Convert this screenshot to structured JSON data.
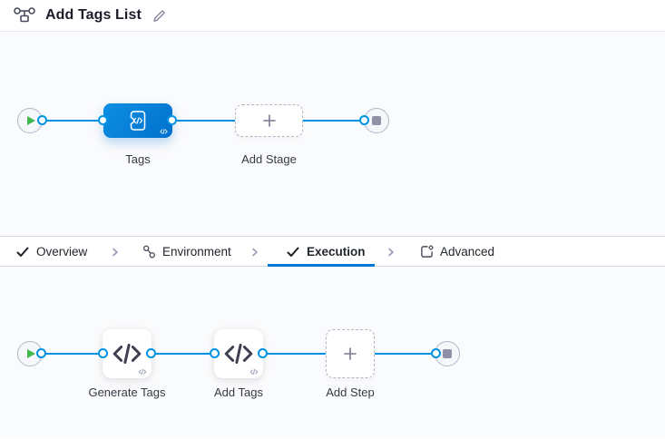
{
  "header": {
    "title": "Add Tags List",
    "icon": "pipeline-graph-icon",
    "edit_icon": "pencil-icon"
  },
  "stage_pipeline": {
    "start_node_icon": "play-icon",
    "end_node_icon": "stop-icon",
    "stage": {
      "label": "Tags",
      "icon": "custom-stage-code-icon",
      "badge_icon": "code-badge-icon"
    },
    "add_stage": {
      "label": "Add Stage",
      "icon": "plus-icon"
    }
  },
  "tabs": {
    "items": [
      {
        "label": "Overview",
        "icon": "check-icon",
        "selected": false
      },
      {
        "label": "Environment",
        "icon": "environment-icon",
        "selected": false
      },
      {
        "label": "Execution",
        "icon": "check-icon",
        "selected": true
      },
      {
        "label": "Advanced",
        "icon": "advanced-gear-doc-icon",
        "selected": false
      }
    ],
    "separator_icon": "chevron-right-icon"
  },
  "execution_pipeline": {
    "start_node_icon": "play-icon",
    "end_node_icon": "stop-icon",
    "steps": [
      {
        "label": "Generate Tags",
        "icon": "code-icon",
        "badge_icon": "code-badge-icon"
      },
      {
        "label": "Add Tags",
        "icon": "code-icon",
        "badge_icon": "code-badge-icon"
      }
    ],
    "add_step": {
      "label": "Add Step",
      "icon": "plus-icon"
    }
  },
  "colors": {
    "accent_blue": "#0278d5",
    "flow_line_blue": "#0092e4",
    "stage_blue_start": "#0c90e4",
    "stage_blue_end": "#0270cc",
    "play_green": "#42b84e",
    "stop_gray": "#8f92a6",
    "canvas_bg": "#fafbfc"
  }
}
